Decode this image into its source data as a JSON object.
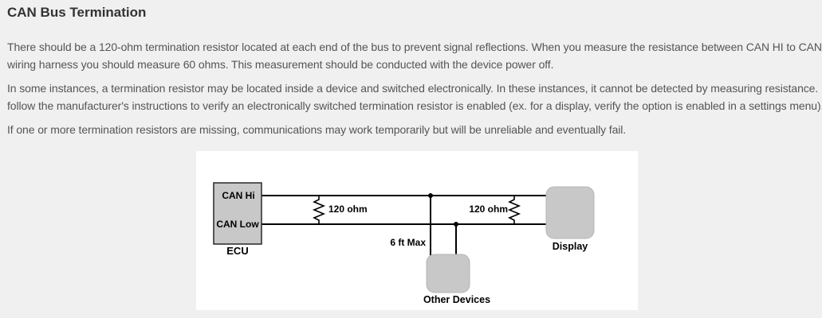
{
  "header": {
    "title": "CAN Bus Termination"
  },
  "content": {
    "paragraphs": [
      {
        "lines": [
          "There should be a 120-ohm termination resistor located at each end of the bus to prevent signal reflections. When you measure the resistance between CAN HI to CAN LOW on a",
          "wiring harness you should measure 60 ohms. This measurement should be conducted with the device power off."
        ]
      },
      {
        "lines": [
          "In some instances, a termination resistor may be located inside a device and switched electronically. In these instances, it cannot be detected by measuring resistance. Instead,",
          "follow the manufacturer's instructions to verify an electronically switched termination resistor is enabled (ex. for a display, verify the option is enabled in a settings menu)."
        ]
      },
      {
        "lines": [
          "If one or more termination resistors are missing, communications may work temporarily but will be unreliable and eventually fail."
        ]
      }
    ]
  },
  "diagram": {
    "labels": {
      "can_hi": "CAN Hi",
      "can_low": "CAN Low",
      "ecu": "ECU",
      "left_resistor": "120 ohm",
      "right_resistor": "120 ohm",
      "stub_length": "6 ft Max",
      "other_devices": "Other Devices",
      "display": "Display"
    },
    "colors": {
      "page_background": "#f0f0f0",
      "panel_background": "#ffffff",
      "box_fill": "#c8c8c8",
      "ecu_border": "#333333",
      "rounded_box_border": "#b5b5b5",
      "wire": "#000000",
      "heading_text": "#333333",
      "body_text": "#555555",
      "diagram_text": "#000000"
    }
  }
}
